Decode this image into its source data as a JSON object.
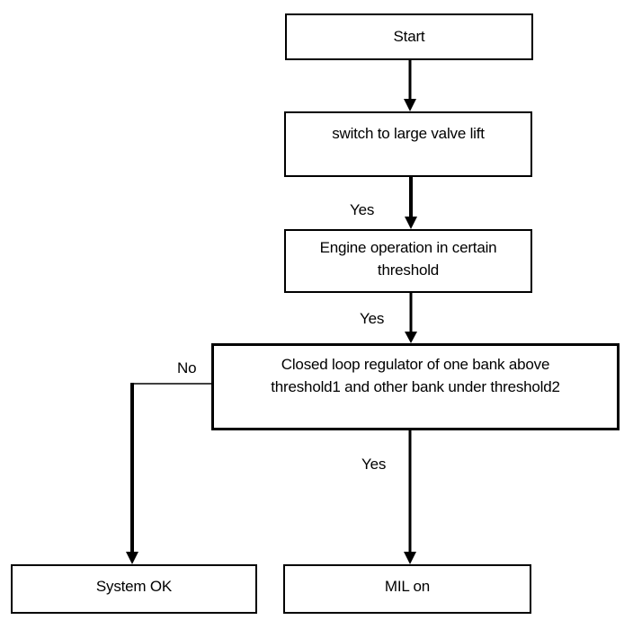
{
  "diagram": {
    "title": "",
    "type": "flowchart",
    "colors": {
      "background": "#ffffff",
      "box_fill": "#ffffff",
      "box_border": "#000000",
      "line": "#000000",
      "text": "#000000"
    },
    "nodes": {
      "start": {
        "label": "Start"
      },
      "switch_valve": {
        "label": "switch to large valve lift"
      },
      "engine_operation": {
        "label": "Engine operation in certain\nthreshold"
      },
      "closed_loop": {
        "label": "Closed loop regulator of one bank above\nthreshold1 and other bank under threshold2"
      },
      "system_ok": {
        "label": "System OK"
      },
      "mil_on": {
        "label": "MIL on"
      }
    },
    "edges": [
      {
        "from": "start",
        "to": "switch_valve",
        "label": ""
      },
      {
        "from": "switch_valve",
        "to": "engine_operation",
        "label": "Yes"
      },
      {
        "from": "engine_operation",
        "to": "closed_loop",
        "label": "Yes"
      },
      {
        "from": "closed_loop",
        "to": "mil_on",
        "label": "Yes"
      },
      {
        "from": "closed_loop",
        "to": "system_ok",
        "label": "No"
      }
    ]
  }
}
